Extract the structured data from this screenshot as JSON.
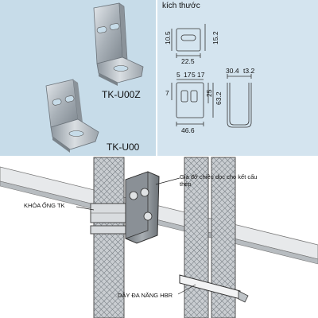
{
  "photo_panel": {
    "models": [
      "TK-U00Z",
      "TK-U00"
    ]
  },
  "dims_panel": {
    "title": "kích thước",
    "top_view": {
      "w": "22.5",
      "h_left": "10.5",
      "h_right": "15.2"
    },
    "front_view": {
      "a": "5",
      "b": "17",
      "c": "5",
      "d": "17",
      "e": "7",
      "f": "25",
      "h": "63.2",
      "w": "46.6"
    },
    "side_view": {
      "w": "30.4",
      "t": "t3.2"
    }
  },
  "install_panel": {
    "callouts": {
      "bracket": "Giá đỡ chiều dọc cho kết cấu thép",
      "clamp": "KHÓA ỐNG TK",
      "band": "DÂY ĐA NĂNG HBR"
    }
  },
  "colors": {
    "photo_bg": "#c7dce9",
    "dims_bg": "#d4e4ef",
    "steel": "#9aa3ab",
    "line": "#333333"
  }
}
